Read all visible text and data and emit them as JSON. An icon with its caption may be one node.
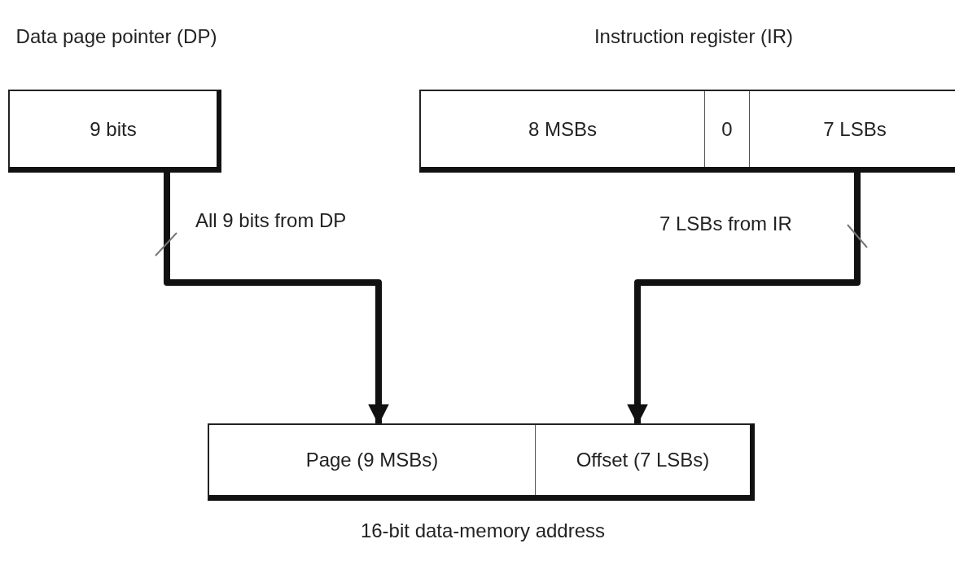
{
  "diagram": {
    "nodes": [
      {
        "text": [
          "Data page pointer (DP)",
          "9 bits"
        ]
      },
      {
        "text": [
          "Instruction register (IR)"
        ]
      },
      {
        "text": [
          "8 MSBs"
        ],
        "in": 1
      },
      {
        "text": [
          "0"
        ],
        "in": 1
      },
      {
        "text": [
          "7 LSBs"
        ],
        "in": 1
      },
      {
        "text": [
          "16-bit data-memory address"
        ]
      },
      {
        "text": [
          "Page (9 MSBs)"
        ],
        "in": 5
      },
      {
        "text": [
          "Offset (7 LSBs)"
        ],
        "in": 5
      }
    ],
    "edges": [
      {
        "from": 0,
        "to": 6,
        "arrow": "to",
        "label": "All 9 bits from DP"
      },
      {
        "from": 4,
        "to": 7,
        "arrow": "to",
        "label": "7 LSBs from IR"
      }
    ]
  }
}
